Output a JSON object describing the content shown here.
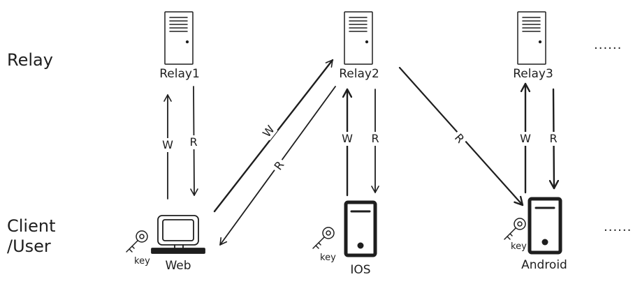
{
  "rows": {
    "relay_label": "Relay",
    "client_label_line1": "Client",
    "client_label_line2": "/User"
  },
  "relays": [
    {
      "label": "Relay1",
      "icon": "server-tower-icon"
    },
    {
      "label": "Relay2",
      "icon": "server-tower-icon"
    },
    {
      "label": "Relay3",
      "icon": "server-tower-icon"
    }
  ],
  "relay_more": "......",
  "clients": [
    {
      "label": "Web",
      "icon": "desktop-computer-icon",
      "key_label": "key"
    },
    {
      "label": "IOS",
      "icon": "mobile-device-icon",
      "key_label": "key"
    },
    {
      "label": "Android",
      "icon": "mobile-device-icon",
      "key_label": "key"
    }
  ],
  "client_more": "......",
  "edges": {
    "web_relay1_write": "W",
    "web_relay1_read": "R",
    "web_relay2_write": "W",
    "web_relay2_read": "R",
    "ios_relay2_write": "W",
    "ios_relay2_read": "R",
    "relay2_android_read": "R",
    "android_relay3_write": "W",
    "android_relay3_read": "R"
  },
  "colors": {
    "ink": "#1e1e1e",
    "background": "#ffffff"
  }
}
